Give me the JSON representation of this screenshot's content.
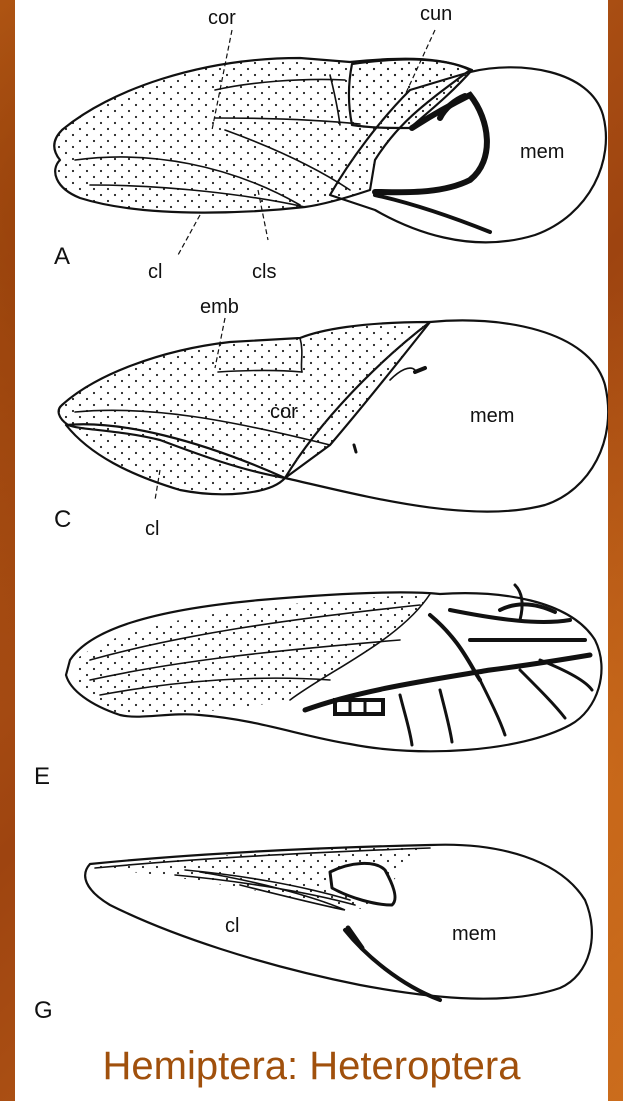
{
  "panels": {
    "a": {
      "letter": "A",
      "labels": {
        "cor": "cor",
        "cun": "cun",
        "mem": "mem",
        "cl": "cl",
        "cls": "cls"
      }
    },
    "c": {
      "letter": "C",
      "labels": {
        "emb": "emb",
        "cor": "cor",
        "mem": "mem",
        "cl": "cl"
      }
    },
    "e": {
      "letter": "E"
    },
    "g": {
      "letter": "G",
      "labels": {
        "cl": "cl",
        "mem": "mem"
      }
    }
  },
  "title": "Hemiptera: Heteroptera",
  "colors": {
    "background": "#b85a12",
    "title": "#a0500c",
    "ink": "#111111"
  }
}
